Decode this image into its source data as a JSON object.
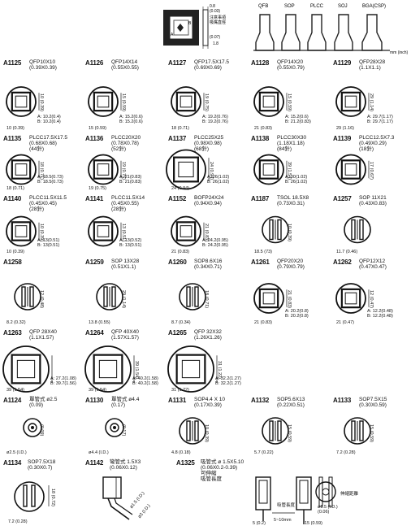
{
  "header": {
    "center": {
      "l1": "0.8",
      "l2": "(0.03)",
      "l3": "注意事項",
      "l4": "吸嘴直徑",
      "l5": "(0.07)",
      "l6": "1.8"
    },
    "types": [
      "QFB",
      "SOP",
      "PLCC",
      "SOJ",
      "BGA(CSP)"
    ],
    "unit": "mm (inch)"
  },
  "rows": [
    [
      {
        "code": "A1125",
        "name": [
          "QFP10X10",
          "(0.39X0.39)"
        ],
        "dims": [
          "A: 10.2(0.4)",
          "B: 10.2(0.4)"
        ],
        "sx": "10 (0.39)",
        "sy": "10 (0.39)"
      },
      {
        "code": "A1126",
        "name": [
          "QFP14X14",
          "(0.55X0.55)"
        ],
        "dims": [
          "A: 15.2(0.6)",
          "B: 15.2(0.6)"
        ],
        "sx": "15 (0.59)",
        "sy": "15 (0.59)"
      },
      {
        "code": "A1127",
        "name": [
          "QFP17.5X17.5",
          "(0.69X0.69)"
        ],
        "dims": [
          "A: 19.2(0.76)",
          "B: 19.2(0.76)"
        ],
        "sx": "18 (0.71)",
        "sy": "19 (0.75)"
      },
      {
        "code": "A1128",
        "name": [
          "QFP14X20",
          "(0.55X0.79)"
        ],
        "dims": [
          "A: 15.2(0.6)",
          "B: 21.2(0.83)"
        ],
        "sx": "21 (0.83)",
        "sy": "15 (0.59)"
      },
      {
        "code": "A1129",
        "name": [
          "QFP28X28",
          "(1.1X1.1)"
        ],
        "dims": [
          "A: 29.7(1.17)",
          "B: 29.7(1.17)"
        ],
        "sx": "29 (1.16)",
        "sy": "29 (1.14)"
      }
    ],
    [
      {
        "code": "A1135",
        "name": [
          "PLCC17.5X17.5",
          "(0.68X0.68)",
          "(44針)"
        ],
        "dims": [
          "A: 18.5(0.73)",
          "B: 18.5(0.73)"
        ],
        "sx": "18 (0.71)",
        "sy": "18 (0.71)"
      },
      {
        "code": "A1136",
        "name": [
          "PLCC20X20",
          "(0.78X0.78)",
          "(52針)"
        ],
        "dims": [
          "A: 21(0.83)",
          "B: 21(0.83)"
        ],
        "sx": "19 (0.75)",
        "sy": "19 (0.75)"
      },
      {
        "code": "A1137",
        "name": [
          "PLCC25X25",
          "(0.98X0.98)",
          "(68針)"
        ],
        "dims": [
          "A: 26(1.02)",
          "B: 26(1.02)"
        ],
        "sx": "24 (0.94)",
        "sy": "24 (0.94)"
      },
      {
        "code": "A1138",
        "name": [
          "PLCC30X30",
          "(1.18X1.18)",
          "(84針)"
        ],
        "dims": [
          "A: 30(1.02)",
          "B: 26(1.02)"
        ],
        "sx": "",
        "sy": "39 (1.54)"
      },
      {
        "code": "A1139",
        "name": [
          "PLCC12.5X7.3",
          "(0.49X0.29)",
          "(18針)"
        ],
        "dims": [],
        "sx": "",
        "sy": "17 (0.67)"
      }
    ],
    [
      {
        "code": "A1140",
        "name": [
          "PLCC11.5X11.5",
          "(0.45X0.45)",
          "(28針)"
        ],
        "dims": [
          "A: 13(0.51)",
          "B: 13(0.51)"
        ],
        "sx": "10 (0.39)",
        "sy": "10 (0.39)"
      },
      {
        "code": "A1141",
        "name": [
          "PLCC11.5X14",
          "(0.45X0.55)",
          "(28針)"
        ],
        "dims": [
          "A: 13(0.52)",
          "B: 13(0.51)"
        ],
        "sx": "",
        "sy": "13 (0.51)"
      },
      {
        "code": "A1152",
        "name": [
          "BOFP24X24",
          "(0.94X0.94)"
        ],
        "dims": [
          "A: 24.2(0.95)",
          "B: 24.2(0.95)"
        ],
        "sx": "21 (0.83)",
        "sy": "21 (0.83)"
      },
      {
        "code": "A1187",
        "name": [
          "TSOL 18.5X8",
          "(0.73X0.31)"
        ],
        "dims": [],
        "sx": "18.5 (73)",
        "sy": "10 (0.39)"
      },
      {
        "code": "A1257",
        "name": [
          "SOP 11X21",
          "(0.43X0.83)"
        ],
        "dims": [],
        "sx": "11.7 (0.46)",
        "sy": ""
      }
    ],
    [
      {
        "code": "A1258",
        "name": [
          ""
        ],
        "dims": [],
        "sx": "8.2 (0.32)",
        "sy": "12 (0.48)"
      },
      {
        "code": "A1259",
        "name": [
          "SOP 13X28",
          "(0.51X1.1)"
        ],
        "dims": [],
        "sx": "13.8 (0.55)",
        "sy": "29 (1.14)"
      },
      {
        "code": "A1260",
        "name": [
          "SOP8.6X16",
          "(0.34X0.71)"
        ],
        "dims": [],
        "sx": "8.7 (0.34)",
        "sy": "18 (0.71)"
      },
      {
        "code": "A1261",
        "name": [
          "QFP20X20",
          "(0.79X0.79)"
        ],
        "dims": [
          "A: 20.2(0.8)",
          "B: 20.2(0.8)"
        ],
        "sx": "21 (0.83)",
        "sy": "21 (0.83)"
      },
      {
        "code": "A1262",
        "name": [
          "QFP12X12",
          "(0.47X0.47)"
        ],
        "dims": [
          "A: 12.2(0.48)",
          "B: 12.2(0.48)"
        ],
        "sx": "21 (0.47)",
        "sy": "12 (0.47)"
      }
    ],
    [
      {
        "code": "A1263",
        "name": [
          "QFP 28X40",
          "(1.1X1.57)"
        ],
        "dims": [
          "A: 27.2(1.08)",
          "B: 39.7(1.56)"
        ],
        "sx": "39 (1.54)",
        "sy": ""
      },
      {
        "code": "A1264",
        "name": [
          "QFP 40X40",
          "(1.57X1.57)"
        ],
        "dims": [
          "A: 40.2(1.58)",
          "B: 40.2(1.58)"
        ],
        "sx": "39 (1.54)",
        "sy": "39 (1.54)"
      },
      {
        "code": "A1265",
        "name": [
          "QFP 32X32",
          "(1.26X1.26)"
        ],
        "dims": [
          "A: 32.2(1.27)",
          "B: 32.2(1.27)"
        ],
        "sx": "31 (1.22)",
        "sy": "31 (1.22)"
      },
      {
        "code": "",
        "name": [
          ""
        ],
        "dims": [],
        "sx": "",
        "sy": ""
      },
      {
        "code": "",
        "name": [
          ""
        ],
        "dims": [],
        "sx": "",
        "sy": ""
      }
    ],
    [
      {
        "code": "A1124",
        "name": [
          "單管式 ø2.5",
          "(0.09)"
        ],
        "dims": [],
        "sx": "ø2.5 (I.D.)",
        "sy": "(0.09)"
      },
      {
        "code": "A1130",
        "name": [
          "單管式 ø4.4",
          "(0.17)"
        ],
        "dims": [],
        "sx": "ø4.4 (I.D.)",
        "sy": "(0.17)"
      },
      {
        "code": "A1131",
        "name": [
          "SOP4.4 X 10",
          "(0.17X0.39)"
        ],
        "dims": [],
        "sx": "4.8 (0.18)",
        "sy": "10 (0.39)"
      },
      {
        "code": "A1132",
        "name": [
          "SOP5.6X13",
          "(0.22X0.51)"
        ],
        "dims": [],
        "sx": "5.7 (0.22)",
        "sy": "15 (0.59)"
      },
      {
        "code": "A1133",
        "name": [
          "SOP7.5X15",
          "(0.30X0.59)"
        ],
        "dims": [],
        "sx": "7.2 (0.28)",
        "sy": "15 (0.59)"
      }
    ]
  ],
  "bottom": [
    {
      "code": "A1134",
      "name": [
        "SOP7.5X18",
        "(0.30X0.7)"
      ],
      "sx": "7.2 (0.28)",
      "sy": "18 (0.72)"
    },
    {
      "code": "A1142",
      "name": [
        "彎管式 1.5X3",
        "(0.06X0.12)"
      ],
      "sx": "ø1.5 (I.D.)",
      "sy": "ø3 (I.D.)"
    },
    {
      "code": "A1325",
      "name": [
        "吸管式 ø 1.5X5.10",
        "(0.06X0.2-0.39)",
        "可伸縮",
        "吸管長度"
      ],
      "sx": "5 (0.2)",
      "sy": "5~10mm",
      "s2": "15 (0.59)",
      "n1": "吸管長度",
      "n2": "ø1.5 (I.D.)",
      "n3": "(0.06)",
      "n4": "伸縮距離"
    }
  ]
}
